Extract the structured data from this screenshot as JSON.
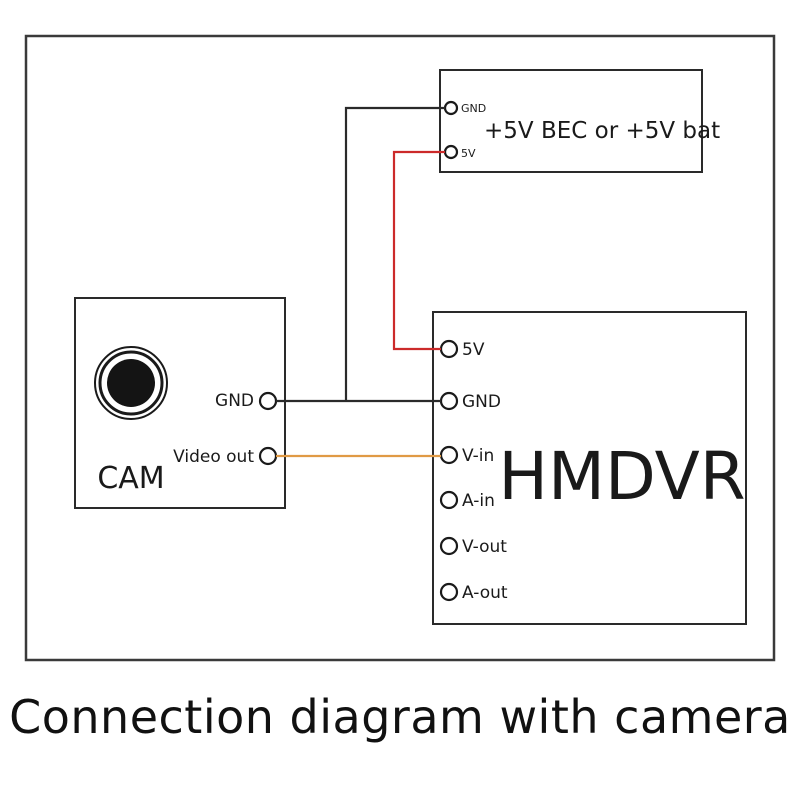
{
  "power": {
    "gnd_label": "GND",
    "v5_label": "5V",
    "title": "+5V BEC or +5V bat"
  },
  "camera": {
    "name": "CAM",
    "gnd_label": "GND",
    "video_label": "Video out"
  },
  "hmdvr": {
    "title": "HMDVR",
    "ports": [
      "5V",
      "GND",
      "V-in",
      "A-in",
      "V-out",
      "A-out"
    ]
  },
  "caption": "Connection diagram with camera",
  "colors": {
    "ground_wire": "#2a2a2a",
    "power_wire": "#cc2a2a",
    "video_wire": "#e09a45"
  }
}
